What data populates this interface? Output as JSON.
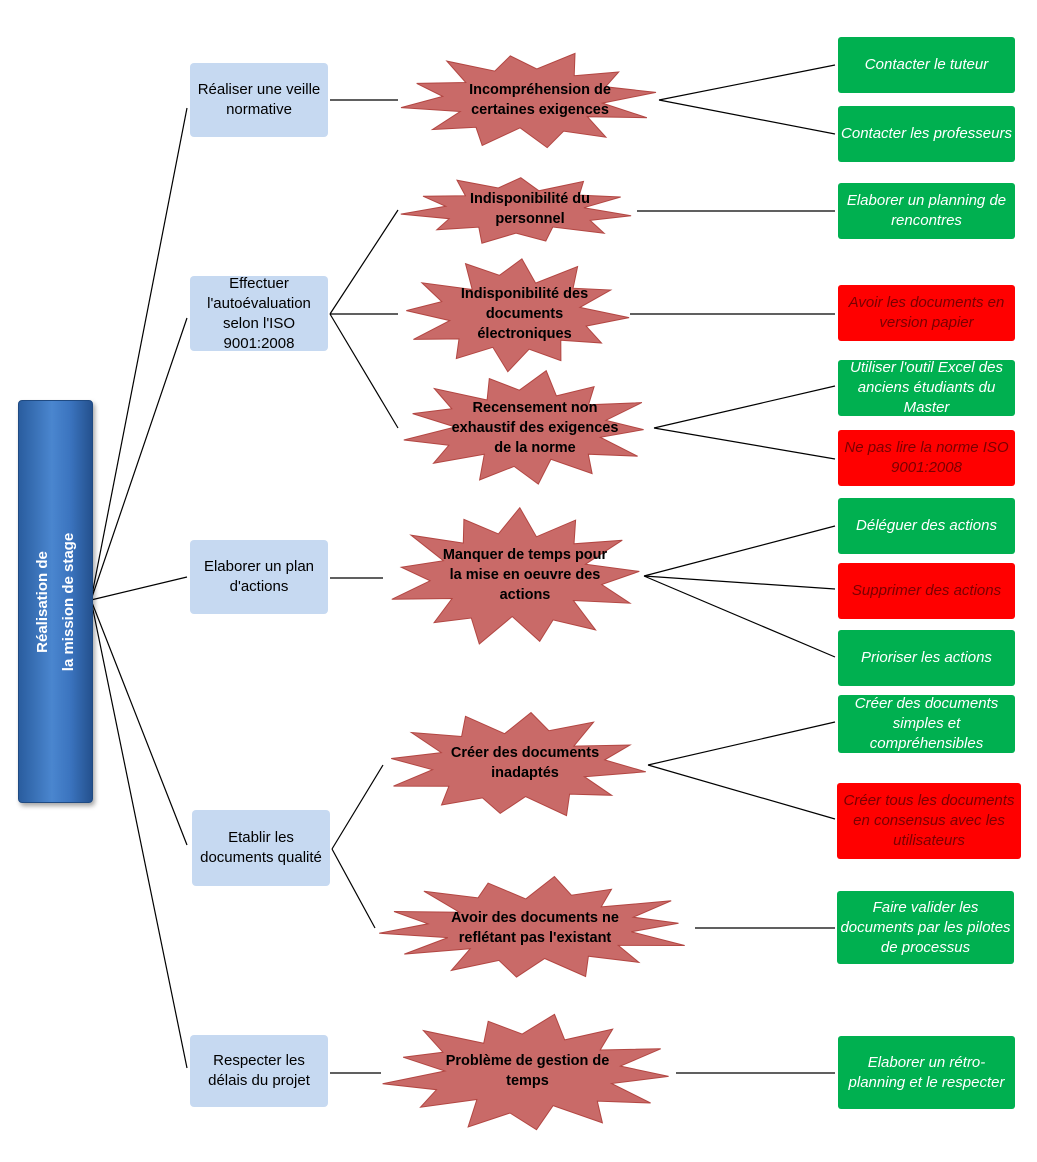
{
  "colors": {
    "root": "#3b74bf",
    "task": "#c6d9f1",
    "risk": "#c0504d",
    "action_green": "#00b050",
    "action_red": "#ff0000"
  },
  "root": {
    "label": "Réalisation de\nla mission de stage"
  },
  "tasks": [
    {
      "label": "Réaliser une veille normative"
    },
    {
      "label": "Effectuer l'autoévaluation selon l'ISO 9001:2008"
    },
    {
      "label": "Elaborer un plan d'actions"
    },
    {
      "label": "Etablir les documents qualité"
    },
    {
      "label": "Respecter les délais du projet"
    }
  ],
  "risks": [
    {
      "label": "Incompréhension de certaines exigences"
    },
    {
      "label": "Indisponibilité du personnel"
    },
    {
      "label": "Indisponibilité des documents électroniques"
    },
    {
      "label": "Recensement non exhaustif des exigences de la norme"
    },
    {
      "label": "Manquer de temps pour la mise en oeuvre des actions"
    },
    {
      "label": "Créer des documents inadaptés"
    },
    {
      "label": "Avoir des documents ne reflétant pas l'existant"
    },
    {
      "label": "Problème de gestion de temps"
    }
  ],
  "actions": [
    {
      "label": "Contacter le tuteur",
      "status": "green"
    },
    {
      "label": "Contacter les professeurs",
      "status": "green"
    },
    {
      "label": "Elaborer un planning de rencontres",
      "status": "green"
    },
    {
      "label": "Avoir les documents en version papier",
      "status": "red"
    },
    {
      "label": "Utiliser l'outil Excel des anciens étudiants du Master",
      "status": "green"
    },
    {
      "label": "Ne pas lire la norme ISO 9001:2008",
      "status": "red"
    },
    {
      "label": "Déléguer des actions",
      "status": "green"
    },
    {
      "label": "Supprimer des actions",
      "status": "red"
    },
    {
      "label": "Prioriser les actions",
      "status": "green"
    },
    {
      "label": "Créer des documents simples et compréhensibles",
      "status": "green"
    },
    {
      "label": "Créer tous les documents en consensus avec les utilisateurs",
      "status": "red"
    },
    {
      "label": "Faire valider les documents par les pilotes de processus",
      "status": "green"
    },
    {
      "label": "Elaborer un rétro-planning et le respecter",
      "status": "green"
    }
  ]
}
